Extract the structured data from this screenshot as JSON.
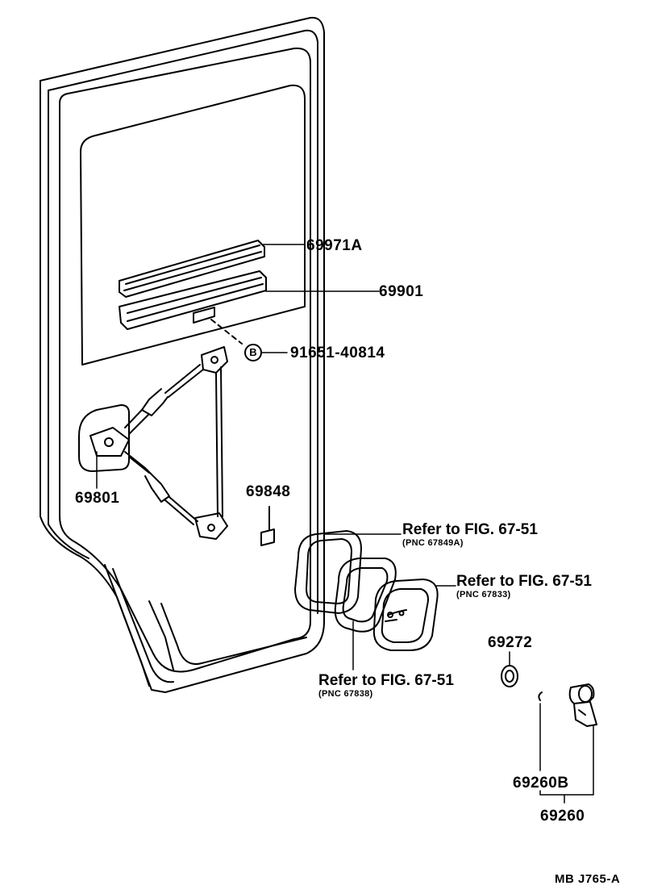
{
  "parts": {
    "p69971A": "69971A",
    "p69901": "69901",
    "p91651": "91651-40814",
    "p69801": "69801",
    "p69848": "69848",
    "p69272": "69272",
    "p69260B": "69260B",
    "p69260": "69260"
  },
  "bolt_marker": "B",
  "refs": {
    "r1": {
      "text": "Refer to FIG. 67-51",
      "pnc": "(PNC 67849A)"
    },
    "r2": {
      "text": "Refer to FIG. 67-51",
      "pnc": "(PNC 67833)"
    },
    "r3": {
      "text": "Refer to FIG. 67-51",
      "pnc": "(PNC 67838)"
    }
  },
  "diagram_code": "MB  J765-A"
}
